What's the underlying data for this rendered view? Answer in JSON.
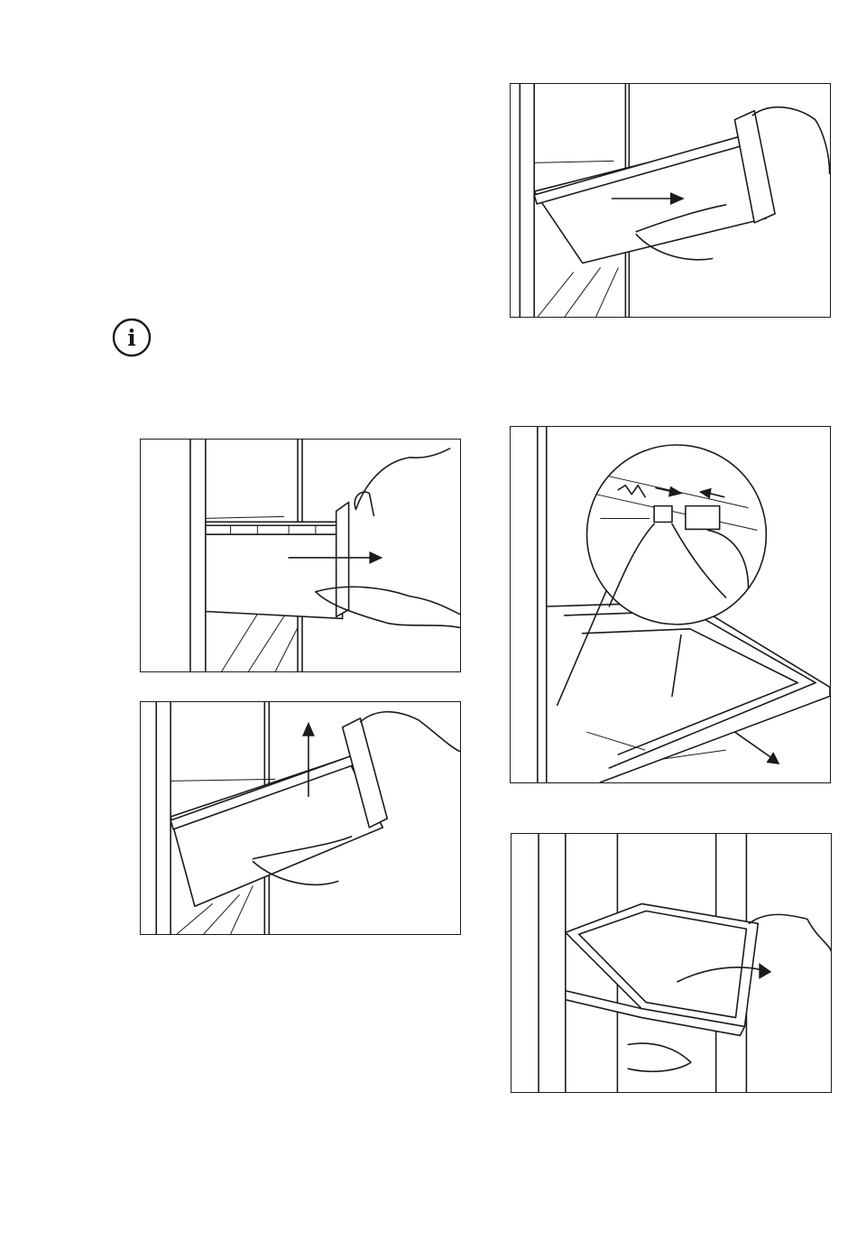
{
  "colors": {
    "line": "#1a1a1a",
    "page": "#ffffff"
  },
  "icons": {
    "info": "info-icon",
    "arrows": [
      "arrow-right-icon",
      "arrow-up-icon",
      "arrow-right-icon",
      "arrow-squeeze-icon",
      "arrow-diagonal-icon",
      "arrow-curved-icon"
    ]
  },
  "info_symbol": "i",
  "figures": [
    {
      "id": "drawer-pull-out",
      "icon": "arrow-right-icon"
    },
    {
      "id": "drawer-lift-up",
      "icon": "arrow-up-icon"
    },
    {
      "id": "drawer-remove",
      "icon": "arrow-right-icon"
    },
    {
      "id": "cover-release-clips",
      "icon": "arrow-squeeze-icon"
    },
    {
      "id": "cover-tilt-remove",
      "icon": "arrow-curved-icon"
    }
  ]
}
